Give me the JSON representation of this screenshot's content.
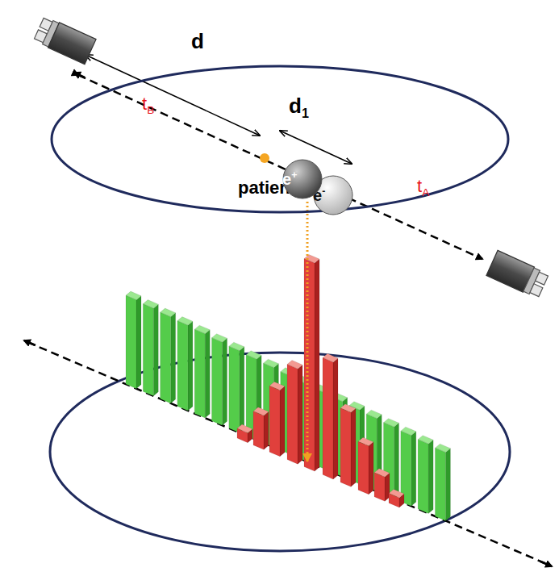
{
  "diagram": {
    "nodes": [
      {
        "text": [
          "patient"
        ]
      },
      {
        "text": [
          "e+"
        ],
        "in": 0
      },
      {
        "text": [
          "e-"
        ],
        "in": 0
      }
    ],
    "labels": [
      "d",
      "d1",
      "tB",
      "tA"
    ]
  }
}
